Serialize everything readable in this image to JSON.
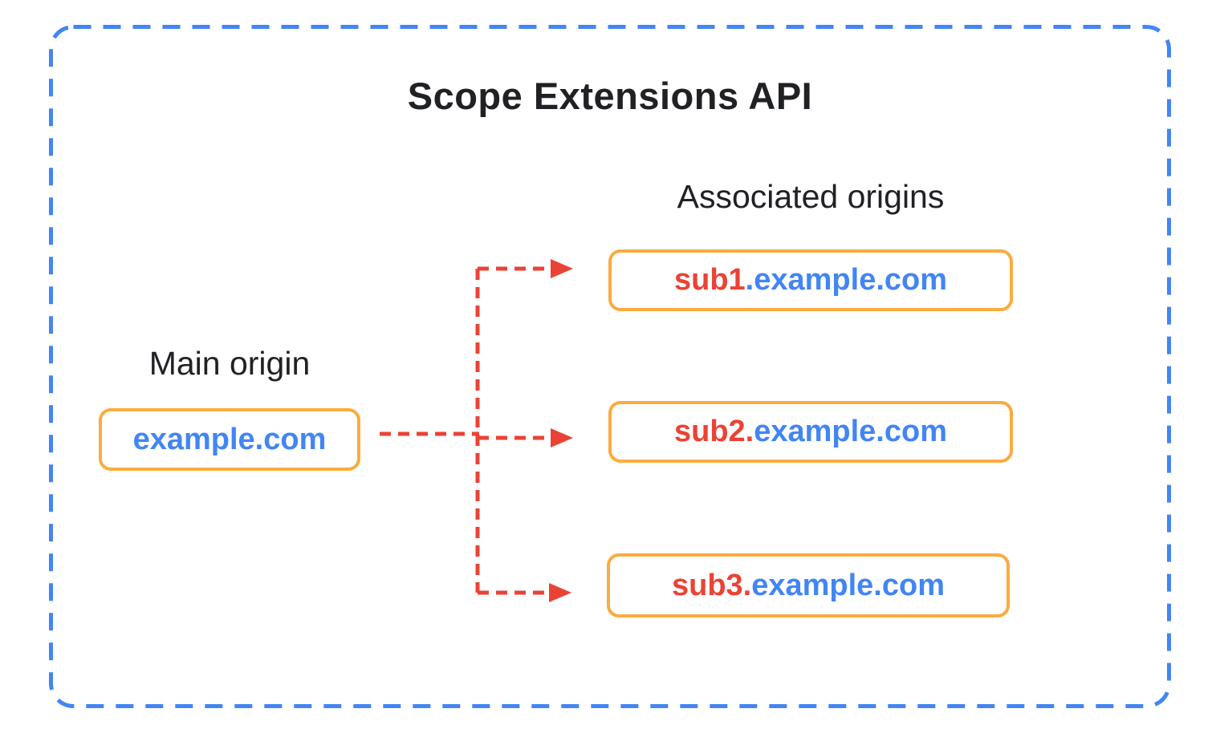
{
  "diagram": {
    "title": "Scope Extensions API",
    "main_origin": {
      "label": "Main origin",
      "domain": "example.com"
    },
    "associated_origins": {
      "label": "Associated origins",
      "boxes": [
        {
          "prefix": "sub1",
          "suffix": ".example.com"
        },
        {
          "prefix": "sub2.",
          "suffix": "example.com"
        },
        {
          "prefix": "sub3.",
          "suffix": "example.com"
        }
      ]
    },
    "colors": {
      "boundary_blue": "#4285F4",
      "domain_blue": "#4285F4",
      "subdomain_red": "#EA4335",
      "arrow_red": "#EA4335",
      "box_border_orange": "#FBAB40",
      "text_black": "#202124",
      "background": "#FFFFFF"
    }
  }
}
